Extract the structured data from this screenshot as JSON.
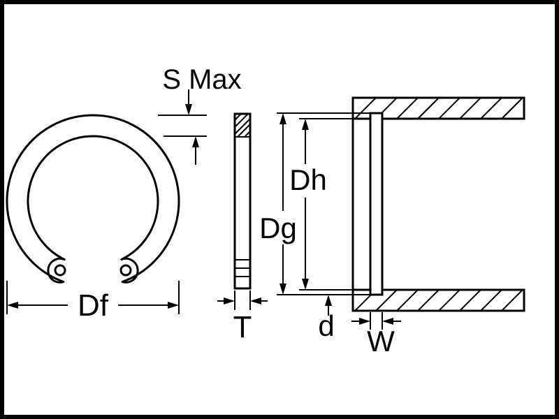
{
  "diagram": {
    "labels": {
      "s_max": "S Max",
      "df": "Df",
      "t": "T",
      "dg": "Dg",
      "dh": "Dh",
      "d": "d",
      "w": "W"
    },
    "colors": {
      "line": "#000000",
      "background": "#ffffff"
    }
  }
}
